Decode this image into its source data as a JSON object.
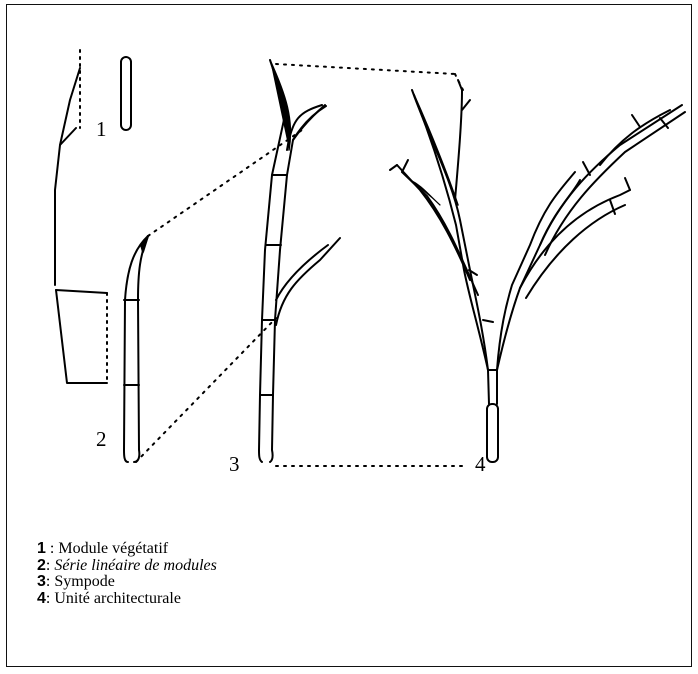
{
  "figure": {
    "labels": [
      {
        "id": "1",
        "text": "1"
      },
      {
        "id": "2",
        "text": "2"
      },
      {
        "id": "3",
        "text": "3"
      },
      {
        "id": "4",
        "text": "4"
      }
    ]
  },
  "legend": [
    {
      "number": "1",
      "separator": " : ",
      "text": "Module  végétatif"
    },
    {
      "number": "2",
      "separator": ": ",
      "text": "Série linéaire de modules"
    },
    {
      "number": "3",
      "separator": ": ",
      "text": "Sympode"
    },
    {
      "number": "4",
      "separator": ": ",
      "text": "Unité architecturale"
    }
  ]
}
